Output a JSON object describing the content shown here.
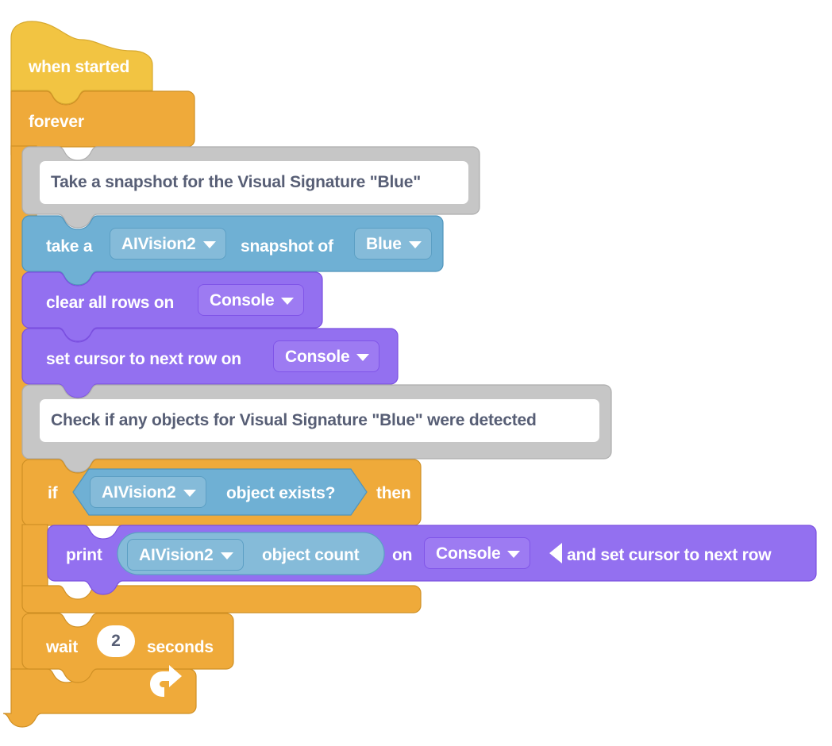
{
  "program": {
    "title": "when started",
    "colors": {
      "hat_yellow": "#f2c442",
      "control_orange": "#efaa3a",
      "control_orange_stroke": "#cf9025",
      "sensing_blue": "#6fb0d4",
      "sensing_blue_stroke": "#4f94bb",
      "looks_purple": "#9370f0",
      "looks_purple_stroke": "#7b50e0",
      "comment_gray": "#c6c6c6",
      "comment_gray_stroke": "#adadad",
      "text_white": "#ffffff",
      "text_slate": "#575e75",
      "field_blue": "#85bbd9",
      "field_purple": "#9d7bf2",
      "input_white": "#ffffff",
      "canvas": "#ffffff"
    },
    "blocks": [
      {
        "id": "when-started",
        "kind": "hat",
        "category": "event",
        "label": "when started"
      },
      {
        "id": "forever",
        "kind": "c-block",
        "category": "control",
        "label": "forever",
        "loop_arrow_icon": "loop-arrow-icon"
      },
      {
        "id": "comment-snapshot",
        "kind": "comment",
        "category": "comment",
        "text": "Take a snapshot for the Visual Signature \"Blue\""
      },
      {
        "id": "take-snapshot",
        "kind": "stack",
        "category": "sensing",
        "label_1": "take a",
        "dropdown_1": "AIVision2",
        "label_2": "snapshot of",
        "dropdown_2": "Blue"
      },
      {
        "id": "clear-all-rows",
        "kind": "stack",
        "category": "looks",
        "label_1": "clear all rows on",
        "dropdown_1": "Console"
      },
      {
        "id": "set-cursor-next-row",
        "kind": "stack",
        "category": "looks",
        "label_1": "set cursor to next row on",
        "dropdown_1": "Console"
      },
      {
        "id": "comment-check-objects",
        "kind": "comment",
        "category": "comment",
        "text": "Check if any objects for Visual Signature \"Blue\" were detected"
      },
      {
        "id": "if-then",
        "kind": "c-block",
        "category": "control",
        "label_1": "if",
        "label_2": "then",
        "condition": {
          "id": "object-exists",
          "kind": "boolean",
          "category": "sensing",
          "dropdown_1": "AIVision2",
          "label_1": "object exists?"
        }
      },
      {
        "id": "print-on-console",
        "kind": "stack",
        "category": "looks",
        "label_1": "print",
        "label_2": "on",
        "dropdown_1": "Console",
        "label_3": "and set cursor to next row",
        "collapse_icon": "triangle-left-icon",
        "reporter": {
          "id": "object-count",
          "kind": "reporter",
          "category": "sensing",
          "dropdown_1": "AIVision2",
          "label_1": "object count"
        }
      },
      {
        "id": "wait-seconds",
        "kind": "stack",
        "category": "control",
        "label_1": "wait",
        "value_1": "2",
        "label_2": "seconds"
      }
    ]
  }
}
